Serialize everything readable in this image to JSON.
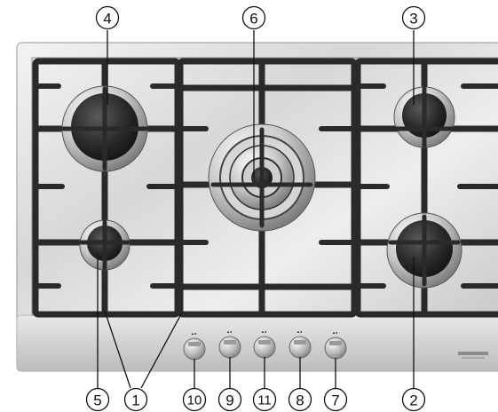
{
  "callouts": {
    "c4": "4",
    "c6": "6",
    "c3": "3",
    "c5": "5",
    "c1": "1",
    "c10": "10",
    "c9": "9",
    "c11": "11",
    "c8": "8",
    "c7": "7",
    "c2": "2"
  },
  "colors": {
    "steel_light": "#e6e6e6",
    "steel_mid": "#c9c9c9",
    "steel_dark": "#9a9a9a",
    "grate": "#2b2b2b",
    "burner_cap": "#2f2f2f",
    "chrome": "#e8e8e8",
    "leader": "#111111"
  }
}
